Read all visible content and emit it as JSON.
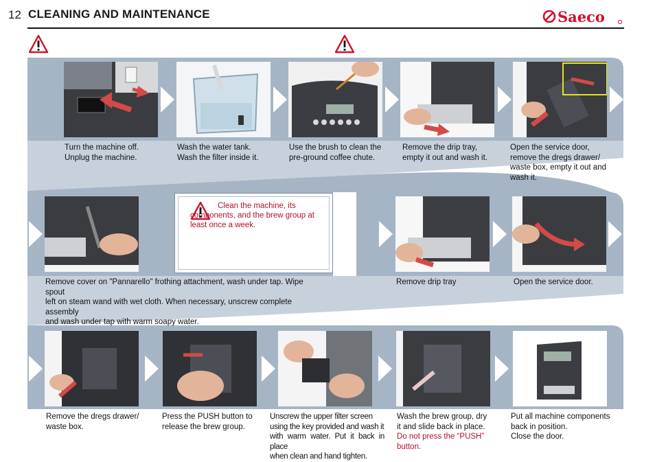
{
  "header": {
    "page_number": "12",
    "title": "CLEANING AND MAINTENANCE",
    "brand": "Saeco",
    "accent_color": "#d0112b"
  },
  "rows": [
    {
      "steps": [
        {
          "lines": [
            "Turn the machine off.",
            "Unplug the machine."
          ]
        },
        {
          "lines": [
            "Wash the water tank.",
            "Wash the filter inside it."
          ]
        },
        {
          "lines": [
            "Use the brush to clean the",
            "pre-ground coffee chute."
          ]
        },
        {
          "lines": [
            "Remove the drip tray,",
            "empty it out and wash it."
          ]
        },
        {
          "lines": [
            "Open the service door,",
            "remove the dregs drawer/",
            "waste box, empty it out and",
            "wash it."
          ]
        }
      ]
    },
    {
      "steps": [
        {
          "lines": [
            "Remove cover on \"Pannarello\" frothing attachment, wash under tap. Wipe spout",
            "left on steam wand with wet cloth. When necessary, unscrew complete assembly",
            "and wash under tap with warm soapy water."
          ]
        },
        {
          "lines": [
            "Remove drip tray"
          ]
        },
        {
          "lines": [
            "Open the service door."
          ]
        }
      ],
      "note": "Clean the machine, its components, and the brew group at least once a week."
    },
    {
      "steps": [
        {
          "lines": [
            "Remove the dregs drawer/",
            "waste box."
          ]
        },
        {
          "lines": [
            "Press the PUSH button to",
            "release the brew group."
          ]
        },
        {
          "lines": [
            "Unscrew the upper filter screen",
            "using the key provided and wash it",
            "with warm water. Put it back in place",
            "when clean and hand tighten."
          ]
        },
        {
          "lines": [
            "Wash the brew group, dry",
            "it and slide back in place."
          ],
          "warning_lines": [
            "Do not press the “PUSH”",
            "button."
          ]
        },
        {
          "lines": [
            "Put all machine components",
            "back in position.",
            "Close the door."
          ]
        }
      ]
    }
  ],
  "icons": {
    "warning": "warning-triangle-icon",
    "arrow": "arrow-icon",
    "next": "chevron-right-icon"
  }
}
